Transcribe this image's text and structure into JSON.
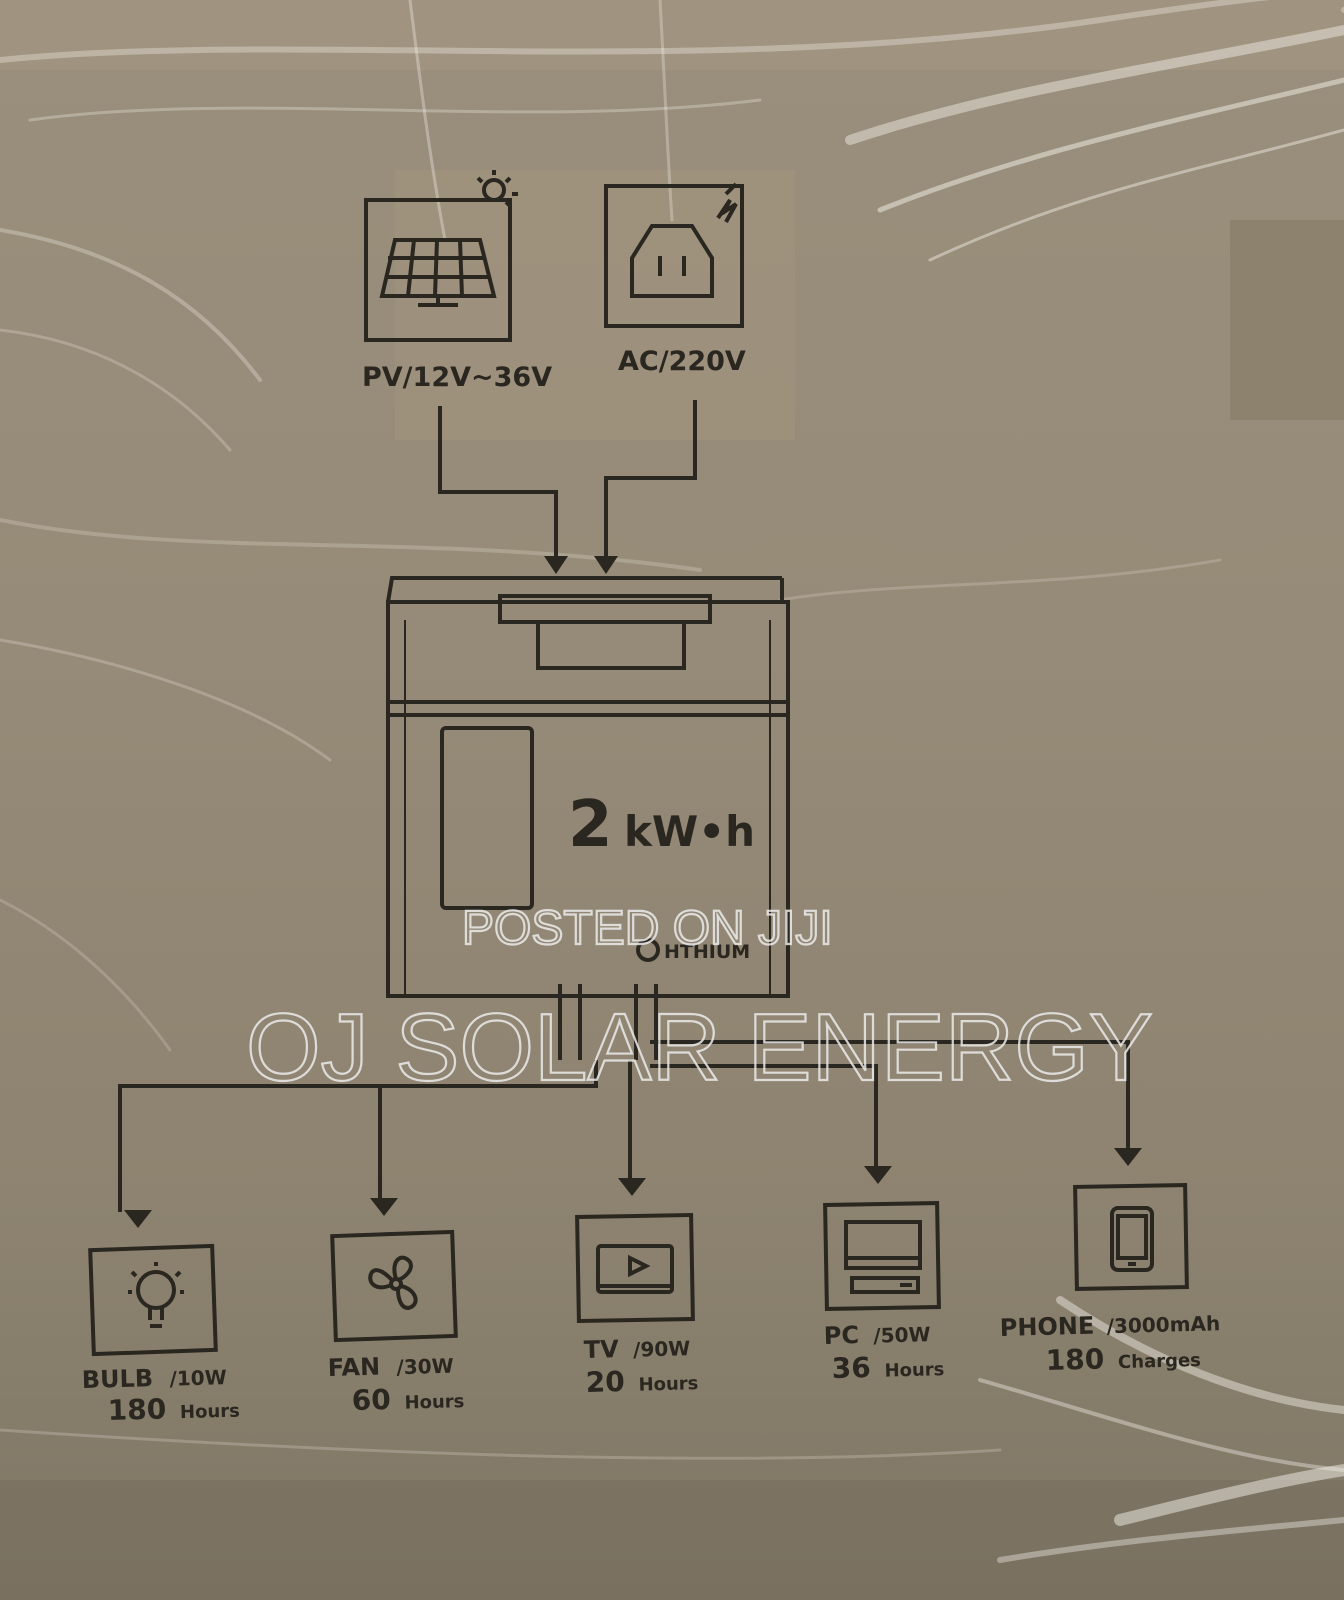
{
  "inputs": {
    "pv": {
      "label": "PV/12V~36V",
      "icon": "solar-panel-icon"
    },
    "ac": {
      "label": "AC/220V",
      "icon": "ac-outlet-icon"
    }
  },
  "station": {
    "capacity_number": "2",
    "capacity_unit": "kW•h",
    "brand": "HTHIUM",
    "icon": "power-station-icon"
  },
  "outputs": [
    {
      "name": "BULB",
      "power": "/10W",
      "amount": "180",
      "unit": "Hours",
      "icon": "bulb-icon"
    },
    {
      "name": "FAN",
      "power": "/30W",
      "amount": "60",
      "unit": "Hours",
      "icon": "fan-icon"
    },
    {
      "name": "TV",
      "power": "/90W",
      "amount": "20",
      "unit": "Hours",
      "icon": "tv-icon"
    },
    {
      "name": "PC",
      "power": "/50W",
      "amount": "36",
      "unit": "Hours",
      "icon": "pc-icon"
    },
    {
      "name": "PHONE",
      "power": "/3000mAh",
      "amount": "180",
      "unit": "Charges",
      "icon": "phone-icon"
    }
  ],
  "watermark": {
    "posted": "POSTED ON JIJI",
    "seller": "OJ SOLAR ENERGY"
  },
  "colors": {
    "cardboard": "#968b78",
    "ink": "#2a2620"
  }
}
